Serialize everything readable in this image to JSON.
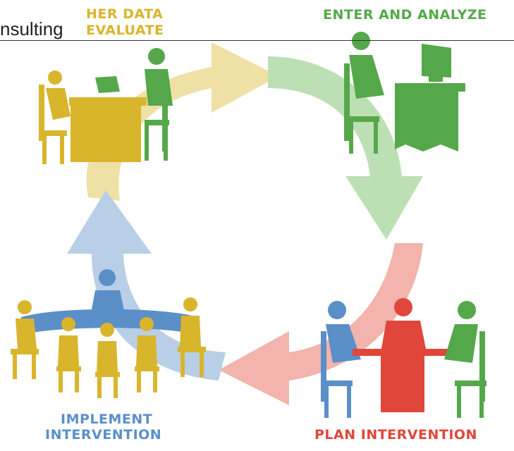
{
  "header": {
    "brand_fragment": "nsulting"
  },
  "stages": [
    {
      "id": "gather",
      "line1": "HER DATA",
      "line2": "EVALUATE",
      "color": "#d9b52c"
    },
    {
      "id": "analyze",
      "line1": "ENTER AND ANALYZE",
      "color": "#55a84a"
    },
    {
      "id": "plan",
      "line1": "PLAN INTERVENTION",
      "color": "#e0463a"
    },
    {
      "id": "implement",
      "line1": "IMPLEMENT",
      "line2": "INTERVENTION",
      "color": "#5b8fc8"
    }
  ],
  "arrow_colors": {
    "yellow": "#efe0a6",
    "green": "#bddfb4",
    "red": "#f2b4ac",
    "blue": "#b9cfe7"
  }
}
